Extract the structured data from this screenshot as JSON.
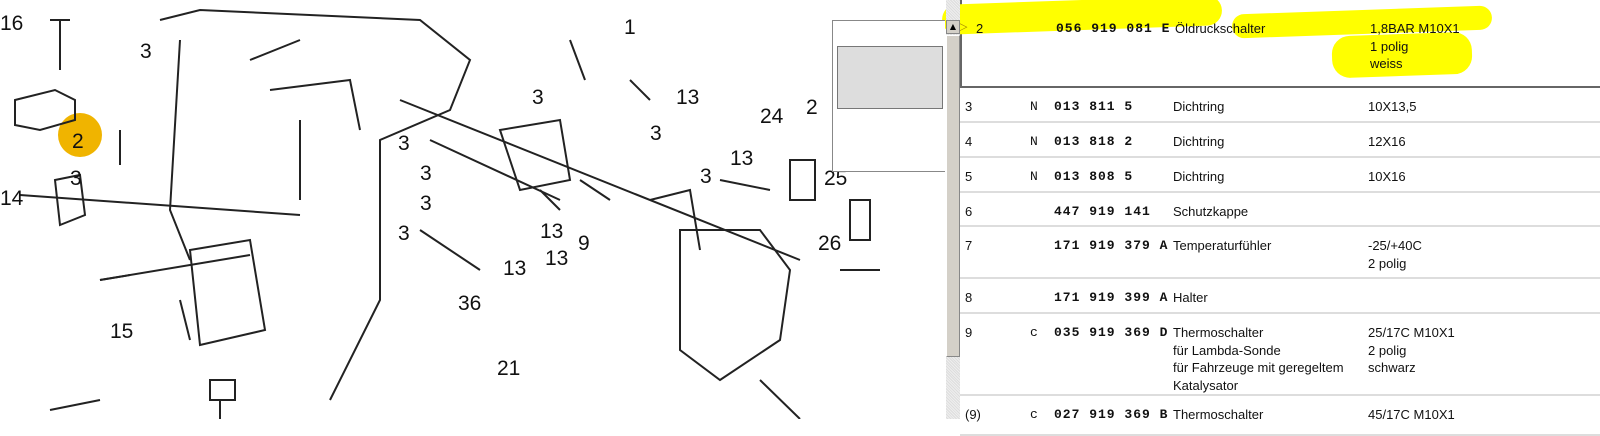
{
  "diagram": {
    "callouts": [
      "16",
      "3",
      "1",
      "3",
      "13",
      "2",
      "3",
      "14",
      "3",
      "24",
      "2",
      "13",
      "3",
      "3",
      "13",
      "9",
      "3",
      "25",
      "26",
      "13",
      "36",
      "15",
      "21",
      "3",
      "13",
      "3"
    ]
  },
  "highlight_color": "#ffff00",
  "table": {
    "rows": [
      {
        "item": "2",
        "flag": "",
        "part": "056 919 081 E",
        "desc": [
          "Öldruckschalter"
        ],
        "remarks": [
          "1,8BAR   M10X1",
          "1 polig",
          "weiss"
        ],
        "selected": true
      },
      {
        "item": "3",
        "flag": "N",
        "part": "013 811 5",
        "desc": [
          "Dichtring"
        ],
        "remarks": [
          "10X13,5"
        ]
      },
      {
        "item": "4",
        "flag": "N",
        "part": "013 818 2",
        "desc": [
          "Dichtring"
        ],
        "remarks": [
          "12X16"
        ]
      },
      {
        "item": "5",
        "flag": "N",
        "part": "013 808 5",
        "desc": [
          "Dichtring"
        ],
        "remarks": [
          "10X16"
        ]
      },
      {
        "item": "6",
        "flag": "",
        "part": "447 919 141",
        "desc": [
          "Schutzkappe"
        ],
        "remarks": []
      },
      {
        "item": "7",
        "flag": "",
        "part": "171 919 379 A",
        "desc": [
          "Temperaturfühler"
        ],
        "remarks": [
          "-25/+40C",
          "2 polig"
        ]
      },
      {
        "item": "8",
        "flag": "",
        "part": "171 919 399 A",
        "desc": [
          "Halter"
        ],
        "remarks": []
      },
      {
        "item": "9",
        "flag": "c",
        "part": "035 919 369 D",
        "desc": [
          "Thermoschalter",
          "für Lambda-Sonde",
          "für Fahrzeuge mit geregeltem",
          "Katalysator"
        ],
        "remarks": [
          "25/17C   M10X1",
          "2 polig",
          "schwarz"
        ]
      },
      {
        "item": "(9)",
        "flag": "c",
        "part": "027 919 369 B",
        "desc": [
          "Thermoschalter"
        ],
        "remarks": [
          "45/17C   M10X1"
        ]
      }
    ]
  }
}
